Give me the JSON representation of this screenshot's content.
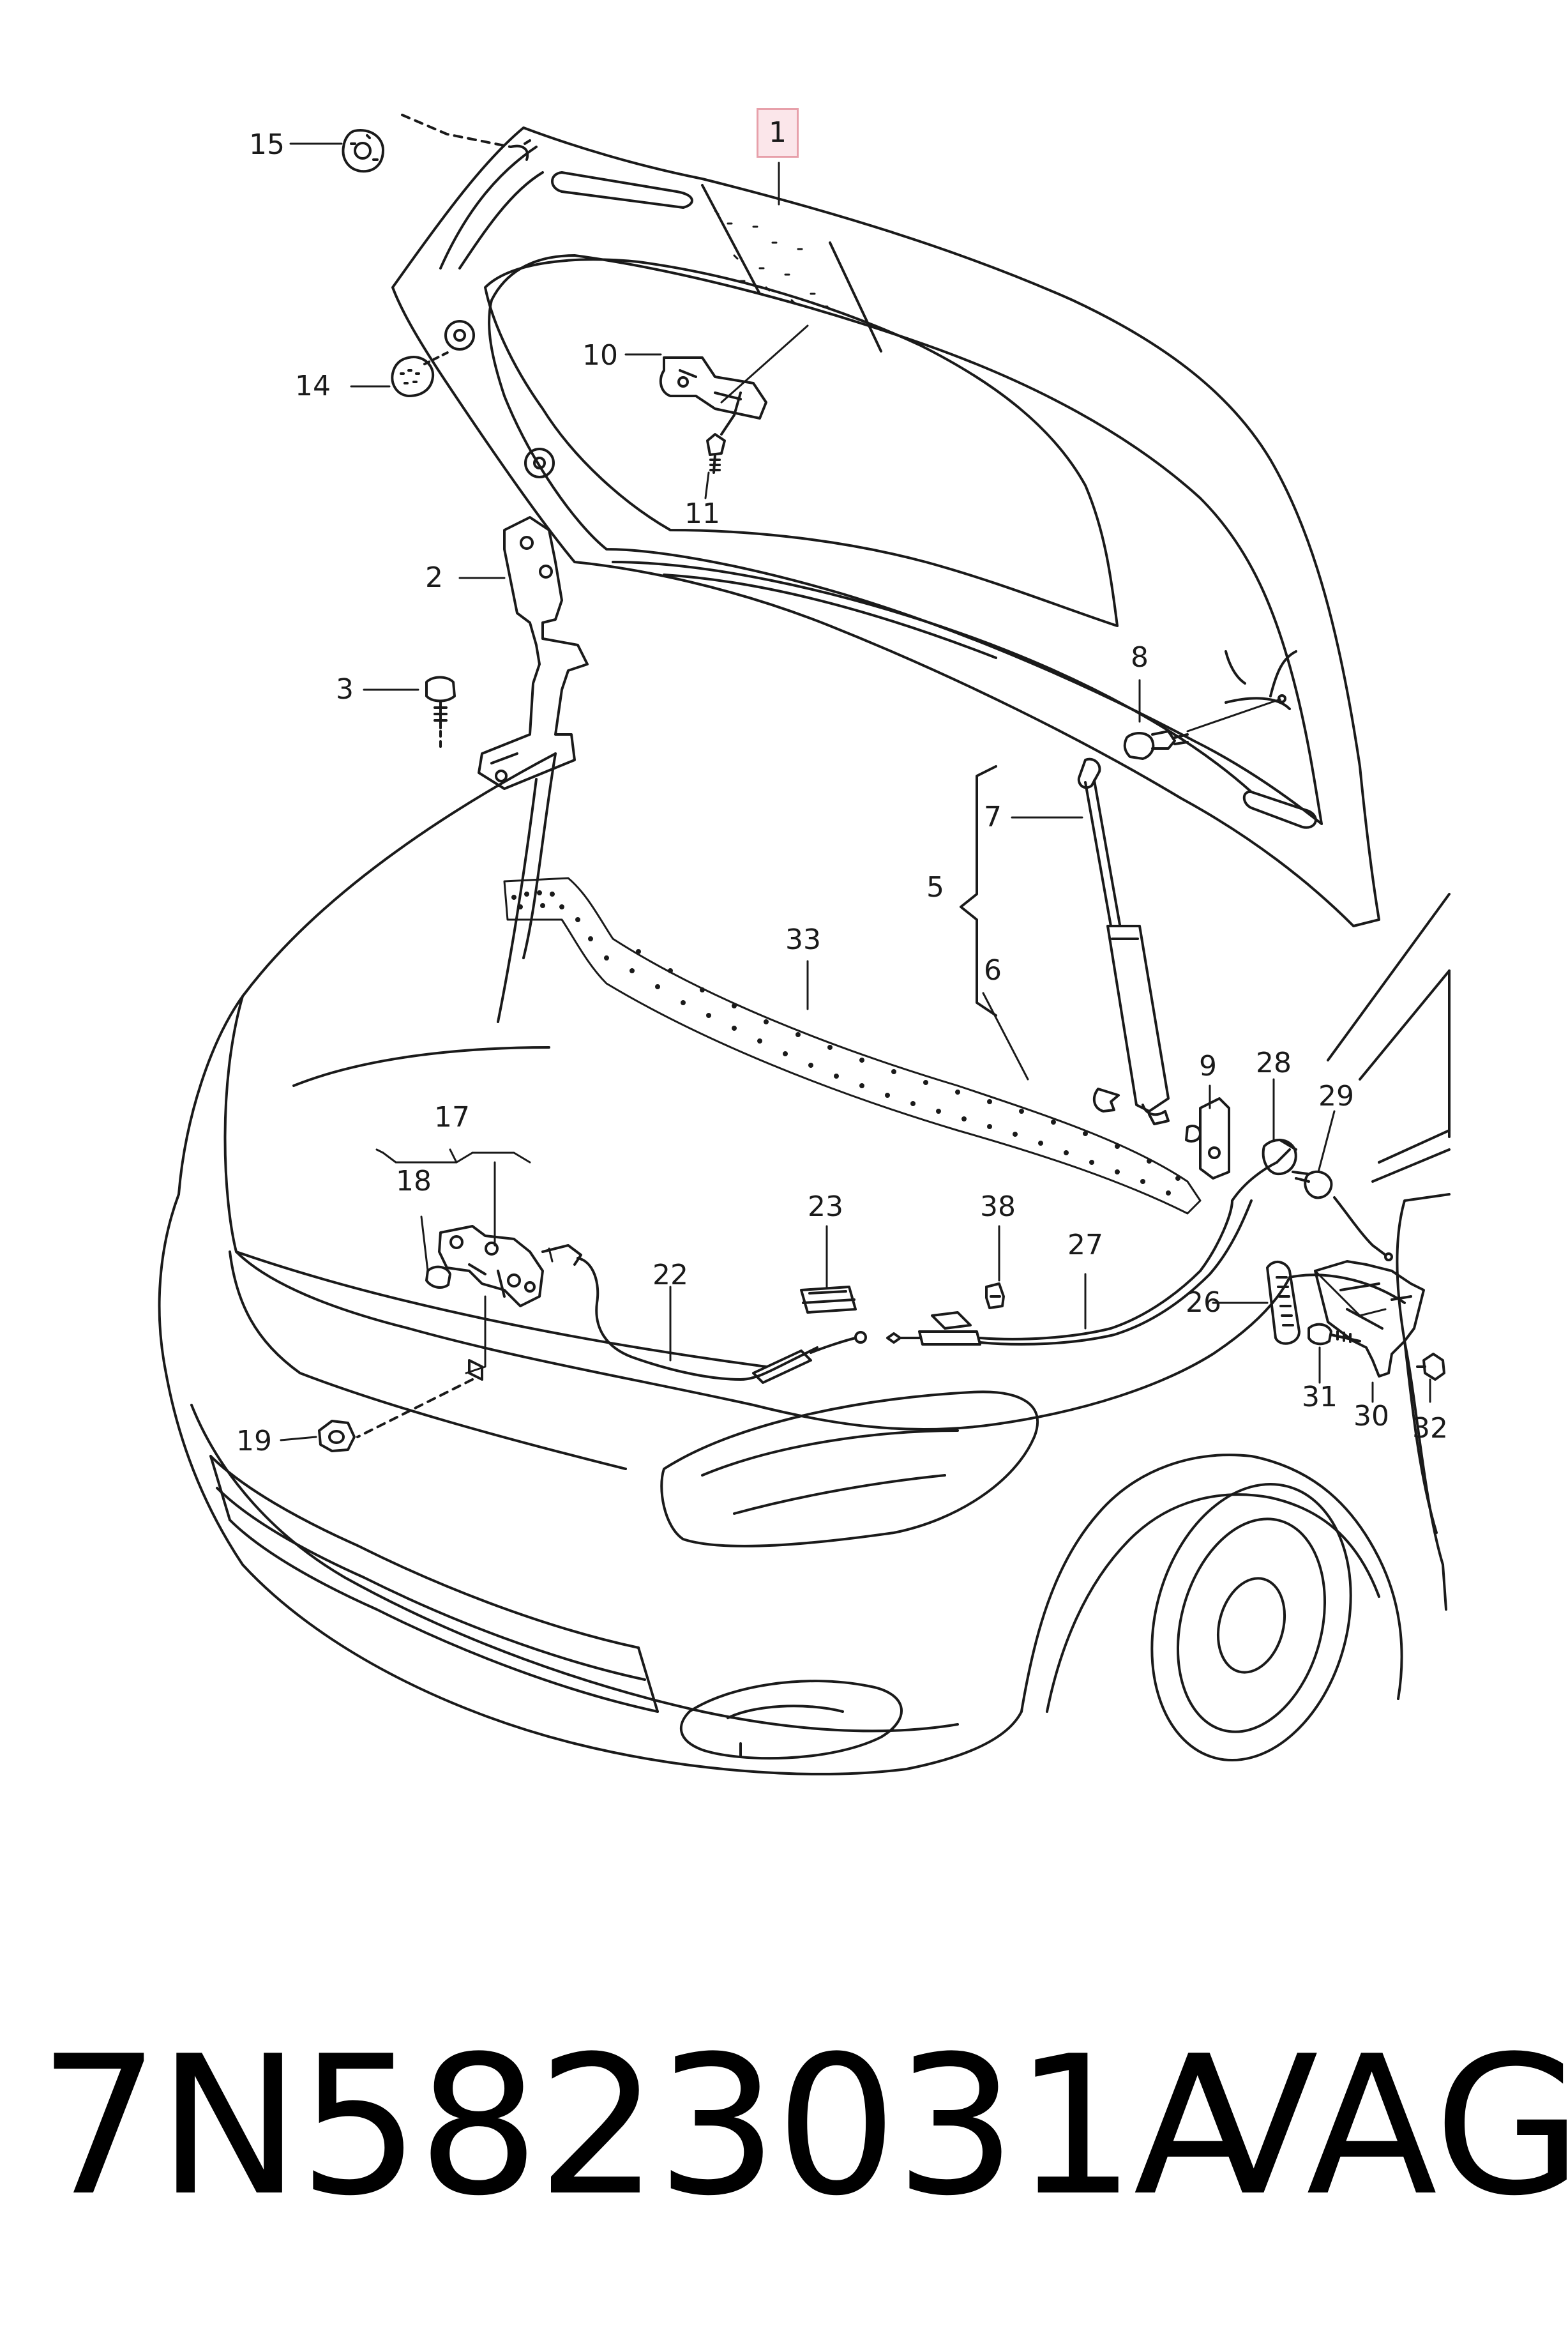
{
  "colors": {
    "line": "#1a1a1a",
    "highlight_fill": "#fbe6ea",
    "highlight_border": "#e7a0aa"
  },
  "callouts": {
    "c1": "1",
    "c2": "2",
    "c3": "3",
    "c5": "5",
    "c6": "6",
    "c7": "7",
    "c8": "8",
    "c9": "9",
    "c10": "10",
    "c11": "11",
    "c14": "14",
    "c15": "15",
    "c17": "17",
    "c18": "18",
    "c19": "19",
    "c22": "22",
    "c23": "23",
    "c26": "26",
    "c27": "27",
    "c28": "28",
    "c29": "29",
    "c30": "30",
    "c31": "31",
    "c32": "32",
    "c33": "33",
    "c38": "38"
  },
  "caption": {
    "part_number": "7N5823031A",
    "brand": "VAG"
  }
}
